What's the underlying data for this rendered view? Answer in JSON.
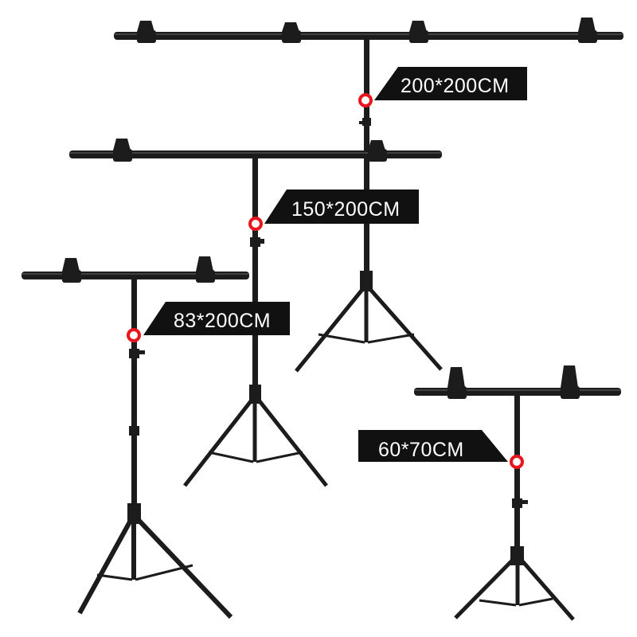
{
  "stands": [
    {
      "id": "large",
      "label": "200*200CM"
    },
    {
      "id": "medium",
      "label": "150*200CM"
    },
    {
      "id": "small",
      "label": "83*200CM"
    },
    {
      "id": "mini",
      "label": "60*70CM"
    }
  ],
  "colors": {
    "background": "#ffffff",
    "metal": "#1c1c1c",
    "label_bg": "#111111",
    "label_text": "#ffffff",
    "marker_ring": "#e8161c",
    "marker_center": "#ffffff"
  }
}
